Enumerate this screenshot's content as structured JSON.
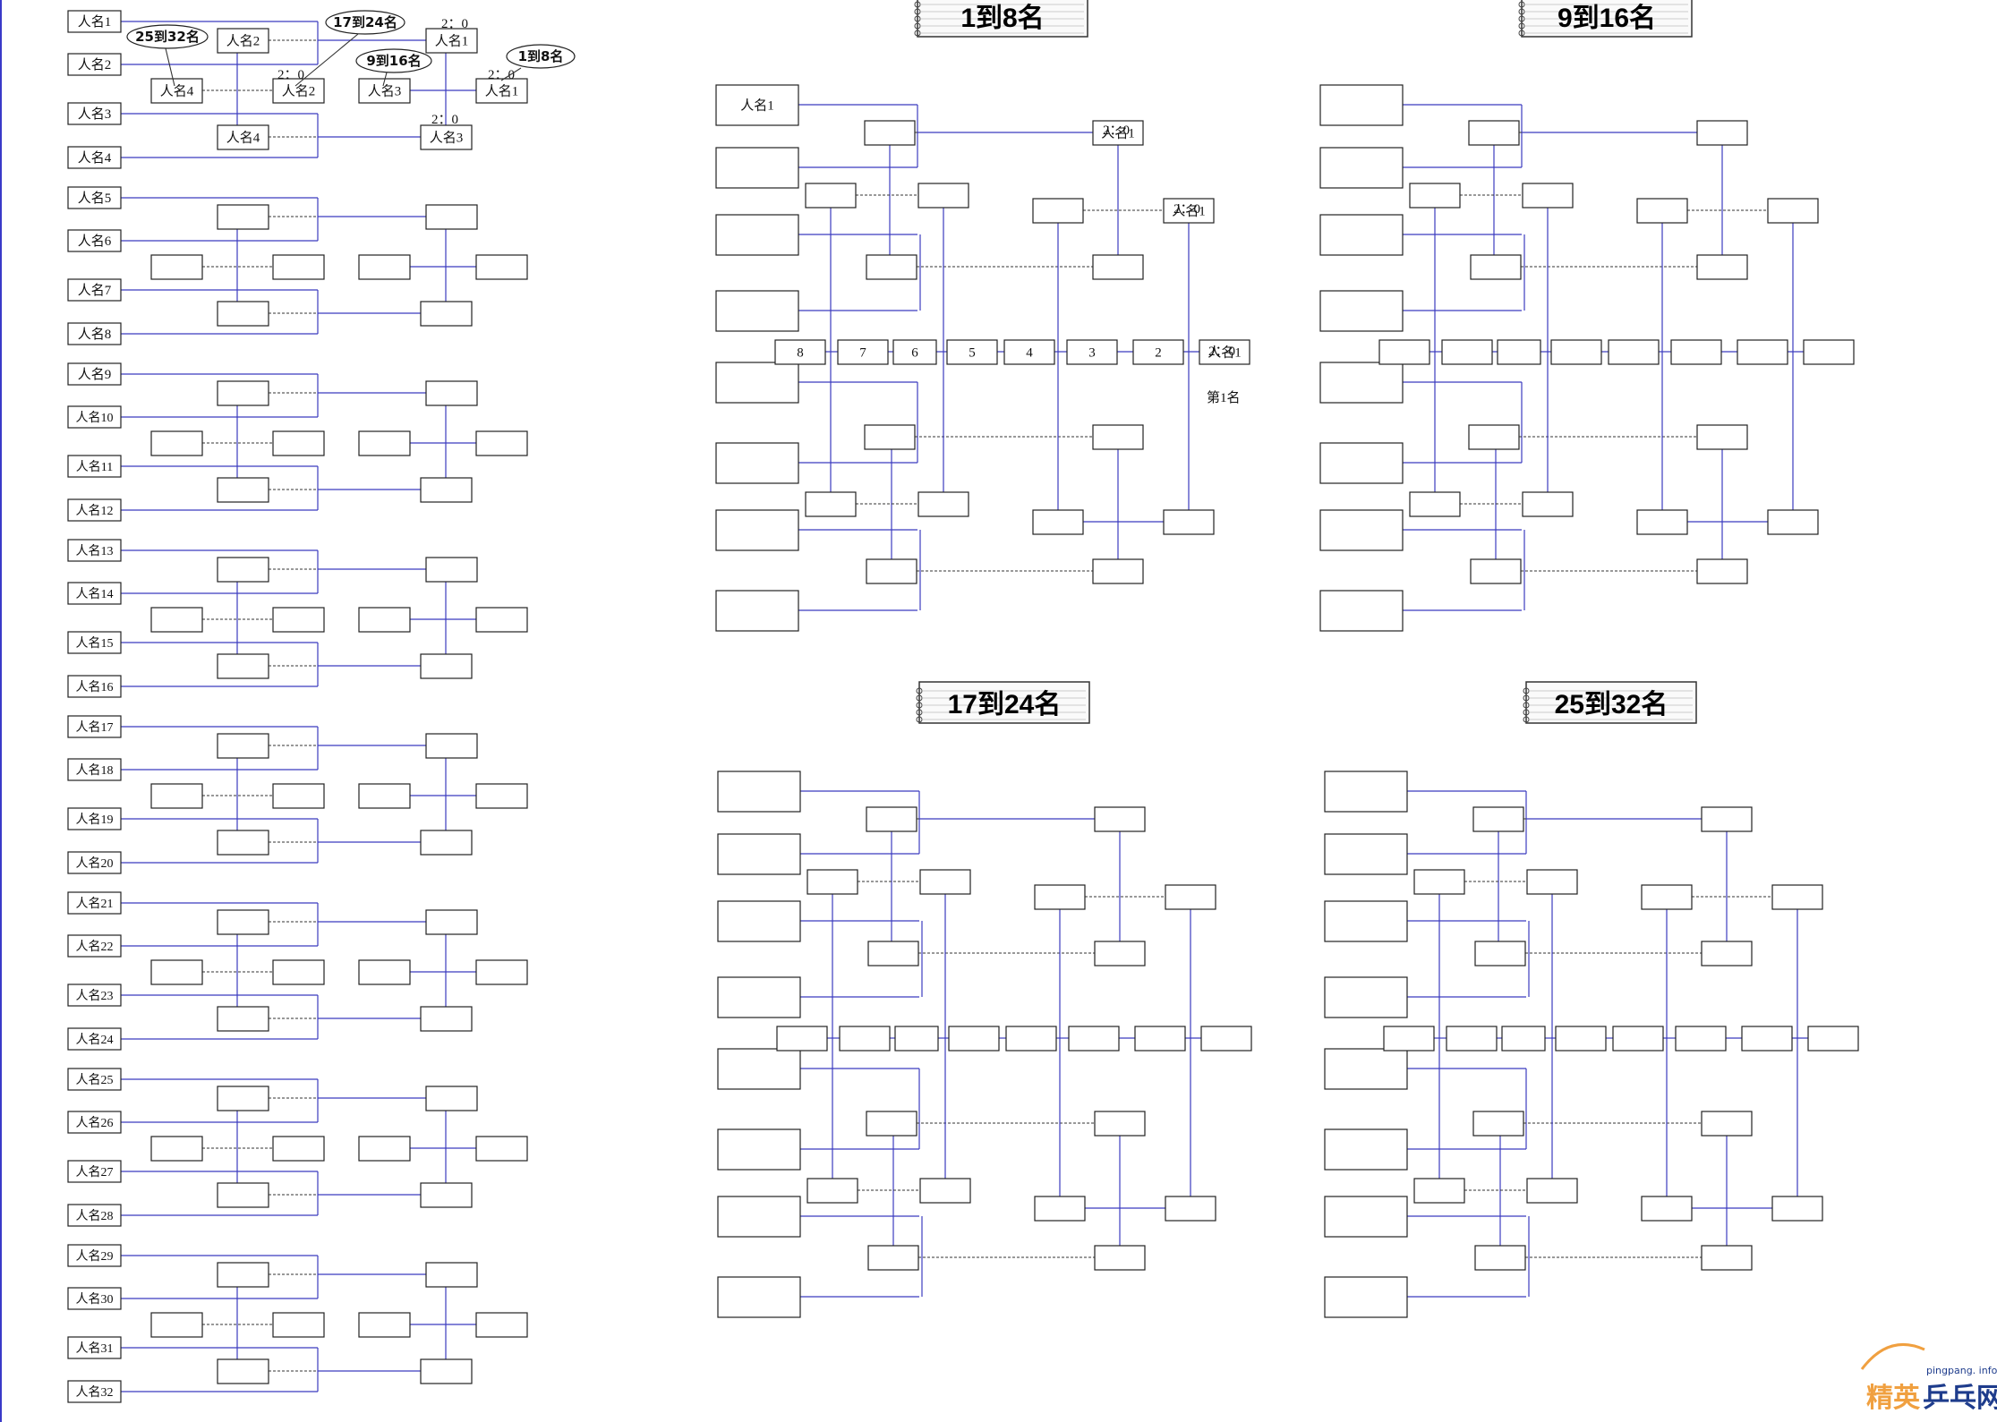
{
  "players": [
    "人名1",
    "人名2",
    "人名3",
    "人名4",
    "人名5",
    "人名6",
    "人名7",
    "人名8",
    "人名9",
    "人名10",
    "人名11",
    "人名12",
    "人名13",
    "人名14",
    "人名15",
    "人名16",
    "人名17",
    "人名18",
    "人名19",
    "人名20",
    "人名21",
    "人名22",
    "人名23",
    "人名24",
    "人名25",
    "人名26",
    "人名27",
    "人名28",
    "人名29",
    "人名30",
    "人名31",
    "人名32"
  ],
  "group1": {
    "r1_top": "人名2",
    "r1_bottom": "人名4",
    "r2_left": "人名4",
    "r2_right": "人名2",
    "r3_left": "人名3",
    "r3_right": "人名1",
    "r4_top": "人名1",
    "r4_bottom": "人名3",
    "score_a": "2：0",
    "score_b": "2：0",
    "score_c": "2：0",
    "score_d": "2：0"
  },
  "callouts": {
    "c25": "25到32名",
    "c17": "17到24名",
    "c9": "9到16名",
    "c1": "1到8名"
  },
  "panels": {
    "p1": {
      "title": "1到8名",
      "first_name": "人名1",
      "top_right": "人名1",
      "mid_right": "人名1",
      "score1": "2：0",
      "score2": "2：0",
      "score3": "2：0",
      "placings": [
        "8",
        "7",
        "6",
        "5",
        "4",
        "3",
        "2",
        "人名1"
      ],
      "first_label": "第1名"
    },
    "p2": {
      "title": "9到16名"
    },
    "p3": {
      "title": "17到24名"
    },
    "p4": {
      "title": "25到32名"
    }
  },
  "watermark": {
    "part1": "精英",
    "part2": "乒乓网",
    "site": "pingpang. info"
  }
}
